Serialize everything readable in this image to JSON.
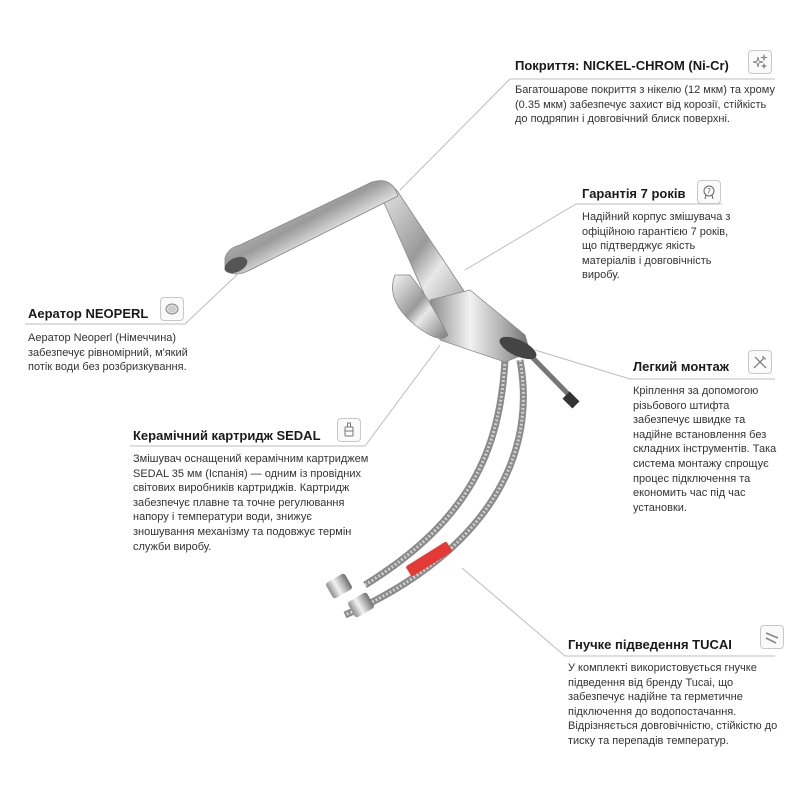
{
  "callouts": {
    "coating": {
      "title": "Покриття: NICKEL-CHROM (Ni-Cr)",
      "text": "Багатошарове покриття з нікелю (12 мкм) та хрому (0.35 мкм) забезпечує захист від корозії, стійкість до подряпин і довговічний блиск поверхні.",
      "icon": "sparkles-icon"
    },
    "warranty": {
      "title": "Гарантія 7 років",
      "text": "Надійний корпус змішувача з офіційною гарантією 7 років, що підтверджує якість матеріалів і довговічність виробу.",
      "icon": "warranty-badge-icon",
      "badge": "7"
    },
    "aerator": {
      "title": "Аератор NEOPERL",
      "text": "Аератор Neoperl (Німеччина) забезпечує рівномірний, м'який потік води без розбризкування.",
      "icon": "aerator-icon"
    },
    "cartridge": {
      "title": "Керамічний картридж SEDAL",
      "text": "Змішувач оснащений керамічним картриджем SEDAL 35 мм (Іспанія) — одним із провідних світових виробників картриджів. Картридж забезпечує плавне та точне регулювання напору і температури води, знижує зношування механізму та подовжує термін служби виробу.",
      "icon": "cartridge-icon"
    },
    "mounting": {
      "title": "Легкий монтаж",
      "text": "Кріплення за допомогою різьбового штифта забезпечує швидке та надійне встановлення без складних інструментів. Така система монтажу спрощує процес підключення та економить час під час установки.",
      "icon": "tools-icon"
    },
    "hose": {
      "title": "Гнучке підведення TUCAI",
      "text": "У комплекті використовується гнучке підведення від бренду Tucai, що забезпечує надійне та герметичне підключення до водопостачання. Відрізняється довговічністю, стійкістю до тиску та перепадів температур.",
      "icon": "hose-icon"
    }
  },
  "colors": {
    "accent_red": "#e53935",
    "line": "#bdbdbd",
    "chrome": "#c9c9c9"
  }
}
